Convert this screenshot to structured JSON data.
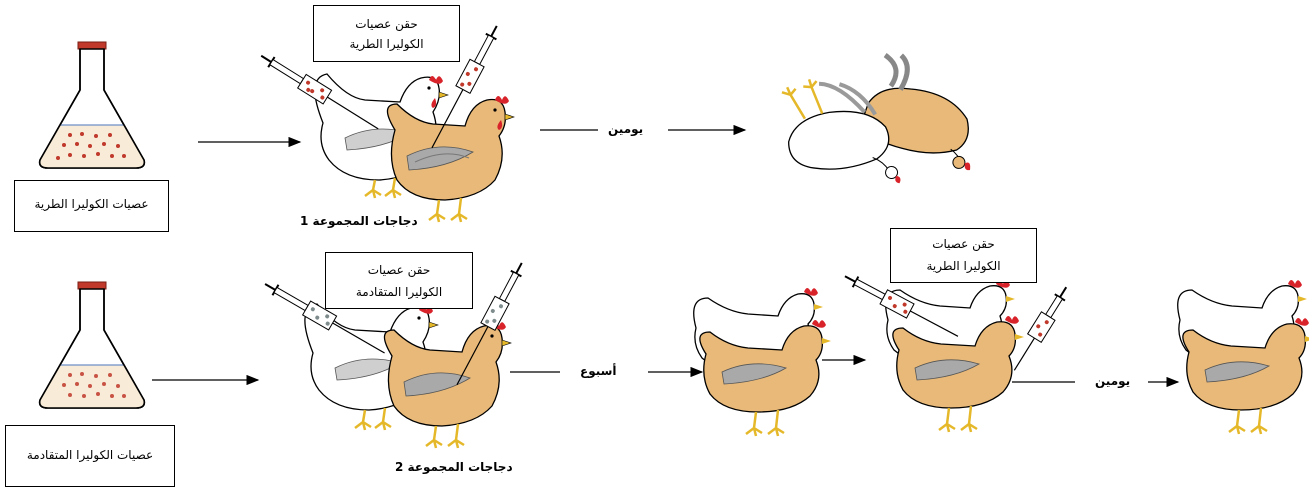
{
  "row1": {
    "flask_label": "عصيات الكوليرا الطرية",
    "injection_box": {
      "line1": "حقن عصيات",
      "line2": "الكوليرا الطرية"
    },
    "group_label": "دجاجات المجموعة 1",
    "time_label": "يومين"
  },
  "row2": {
    "flask_label": "عصيات الكوليرا المتقادمة",
    "injection_box": {
      "line1": "حقن عصيات",
      "line2": "الكوليرا المتقادمة"
    },
    "group_label": "دجاجات المجموعة 2",
    "time_label_1": "أسبوع",
    "injection_box_2": {
      "line1": "حقن عصيات",
      "line2": "الكوليرا الطرية"
    },
    "time_label_2": "يومين"
  },
  "colors": {
    "flask_cap": "#c0392b",
    "liquid": "#f8ecd8",
    "bacteria": "#b03a2e",
    "brown_hen": "#e8b978",
    "white_hen": "#ffffff",
    "comb": "#d8232a",
    "legs": "#e5b82a",
    "fresh_dots": "#c0392b",
    "aged_dots": "#7f8c8d"
  }
}
